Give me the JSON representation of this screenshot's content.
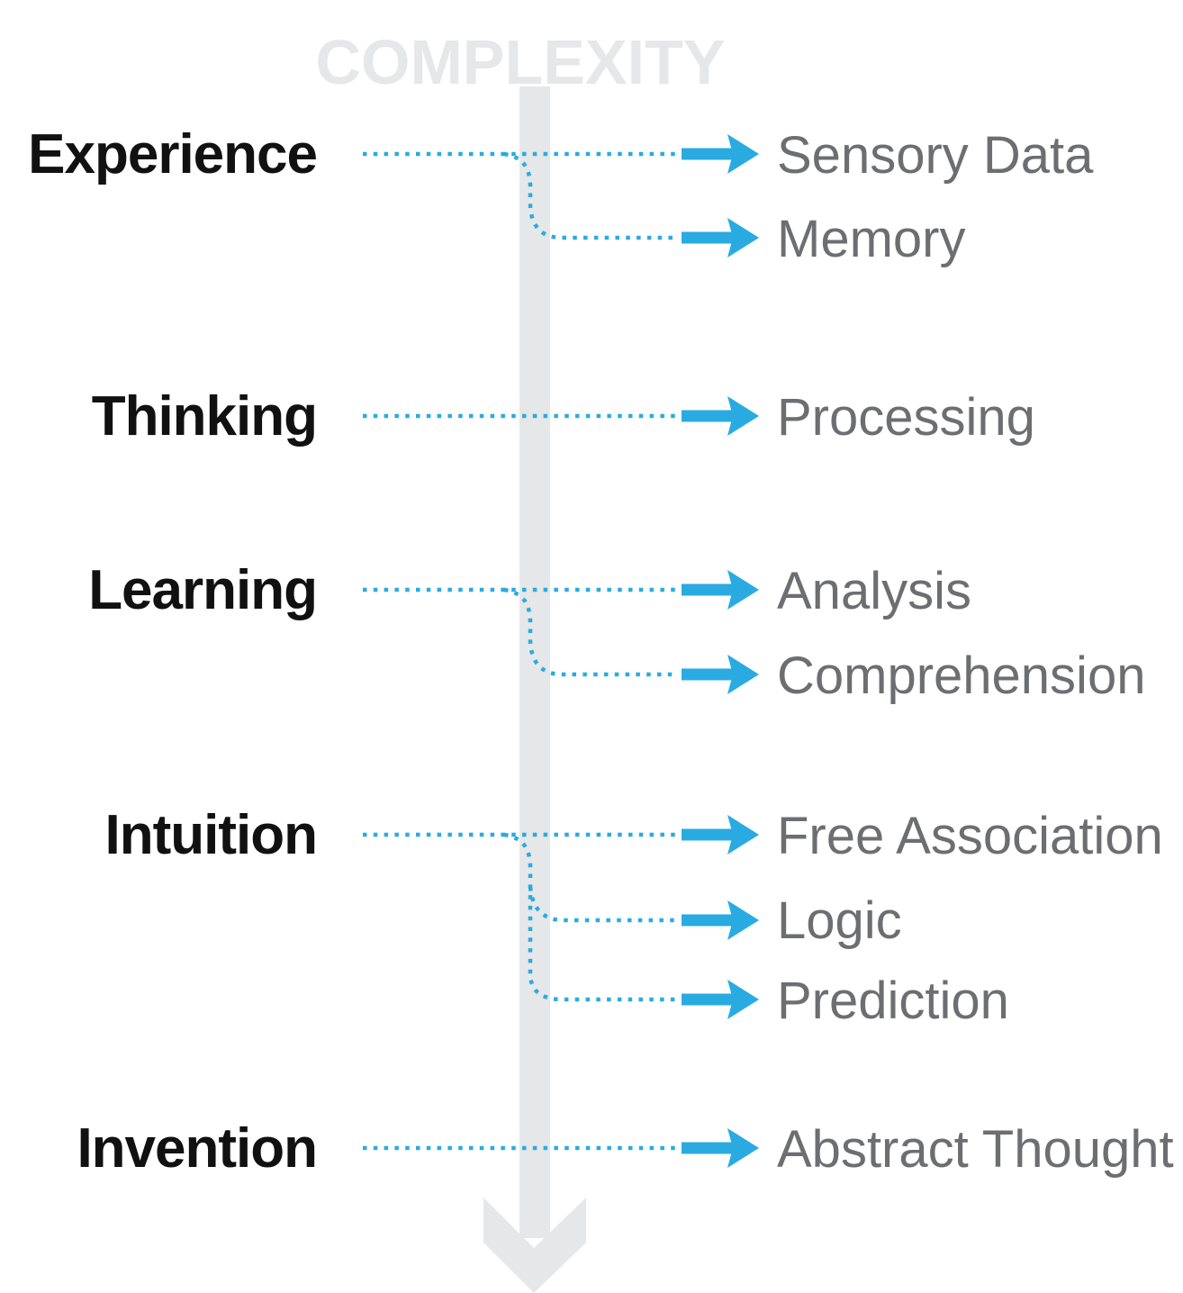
{
  "diagram": {
    "axis_title": "COMPLEXITY"
  },
  "colors": {
    "accent_blue": "#29ABE2",
    "light_gray": "#E6E7E8",
    "output_gray": "#6D6E71",
    "stage_black": "#111111"
  },
  "stages": [
    {
      "label": "Experience",
      "outputs": [
        "Sensory Data",
        "Memory"
      ]
    },
    {
      "label": "Thinking",
      "outputs": [
        "Processing"
      ]
    },
    {
      "label": "Learning",
      "outputs": [
        "Analysis",
        "Comprehension"
      ]
    },
    {
      "label": "Intuition",
      "outputs": [
        "Free Association",
        "Logic",
        "Prediction"
      ]
    },
    {
      "label": "Invention",
      "outputs": [
        "Abstract Thought"
      ]
    }
  ]
}
